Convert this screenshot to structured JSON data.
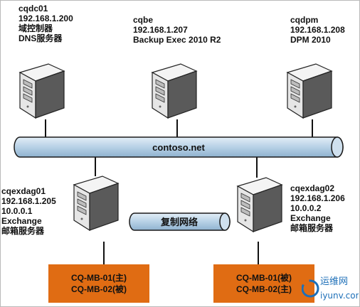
{
  "servers": {
    "cqdc01": {
      "lines": [
        "cqdc01",
        "192.168.1.200",
        "域控制器",
        "DNS服务器"
      ]
    },
    "cqbe": {
      "lines": [
        "cqbe",
        "192.168.1.207",
        "Backup Exec 2010 R2"
      ]
    },
    "cqdpm": {
      "lines": [
        "cqdpm",
        "192.168.1.208",
        "DPM 2010"
      ]
    },
    "cqexdag01": {
      "lines": [
        "cqexdag01",
        "192.168.1.205",
        "10.0.0.1",
        "Exchange",
        "邮箱服务器"
      ]
    },
    "cqexdag02": {
      "lines": [
        "cqexdag02",
        "192.168.1.206",
        "10.0.0.2",
        "Exchange",
        "邮箱服务器"
      ]
    }
  },
  "networks": {
    "public": "contoso.net",
    "replication": "复制网络"
  },
  "databases": {
    "left": [
      "CQ-MB-01(主)",
      "CQ-MB-02(被)"
    ],
    "right": [
      "CQ-MB-01(被)",
      "CQ-MB-02(主)"
    ]
  },
  "watermark": {
    "title": "运维网",
    "url": "iyunv.com"
  },
  "colors": {
    "bus": "#b7d1e6",
    "database_box": "#e06c13",
    "watermark": "#1d6fb8"
  }
}
